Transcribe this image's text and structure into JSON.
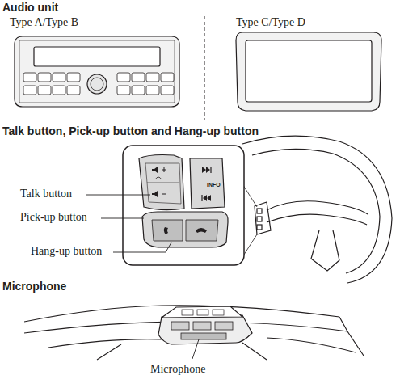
{
  "diagram": {
    "labels": [
      "Audio unit",
      "Type A/Type B",
      "Type C/Type D",
      "Talk button, Pick-up button and Hang-up button",
      "Talk button",
      "Pick-up button",
      "Hang-up button",
      "Microphone",
      "INFO",
      "Microphone"
    ]
  }
}
